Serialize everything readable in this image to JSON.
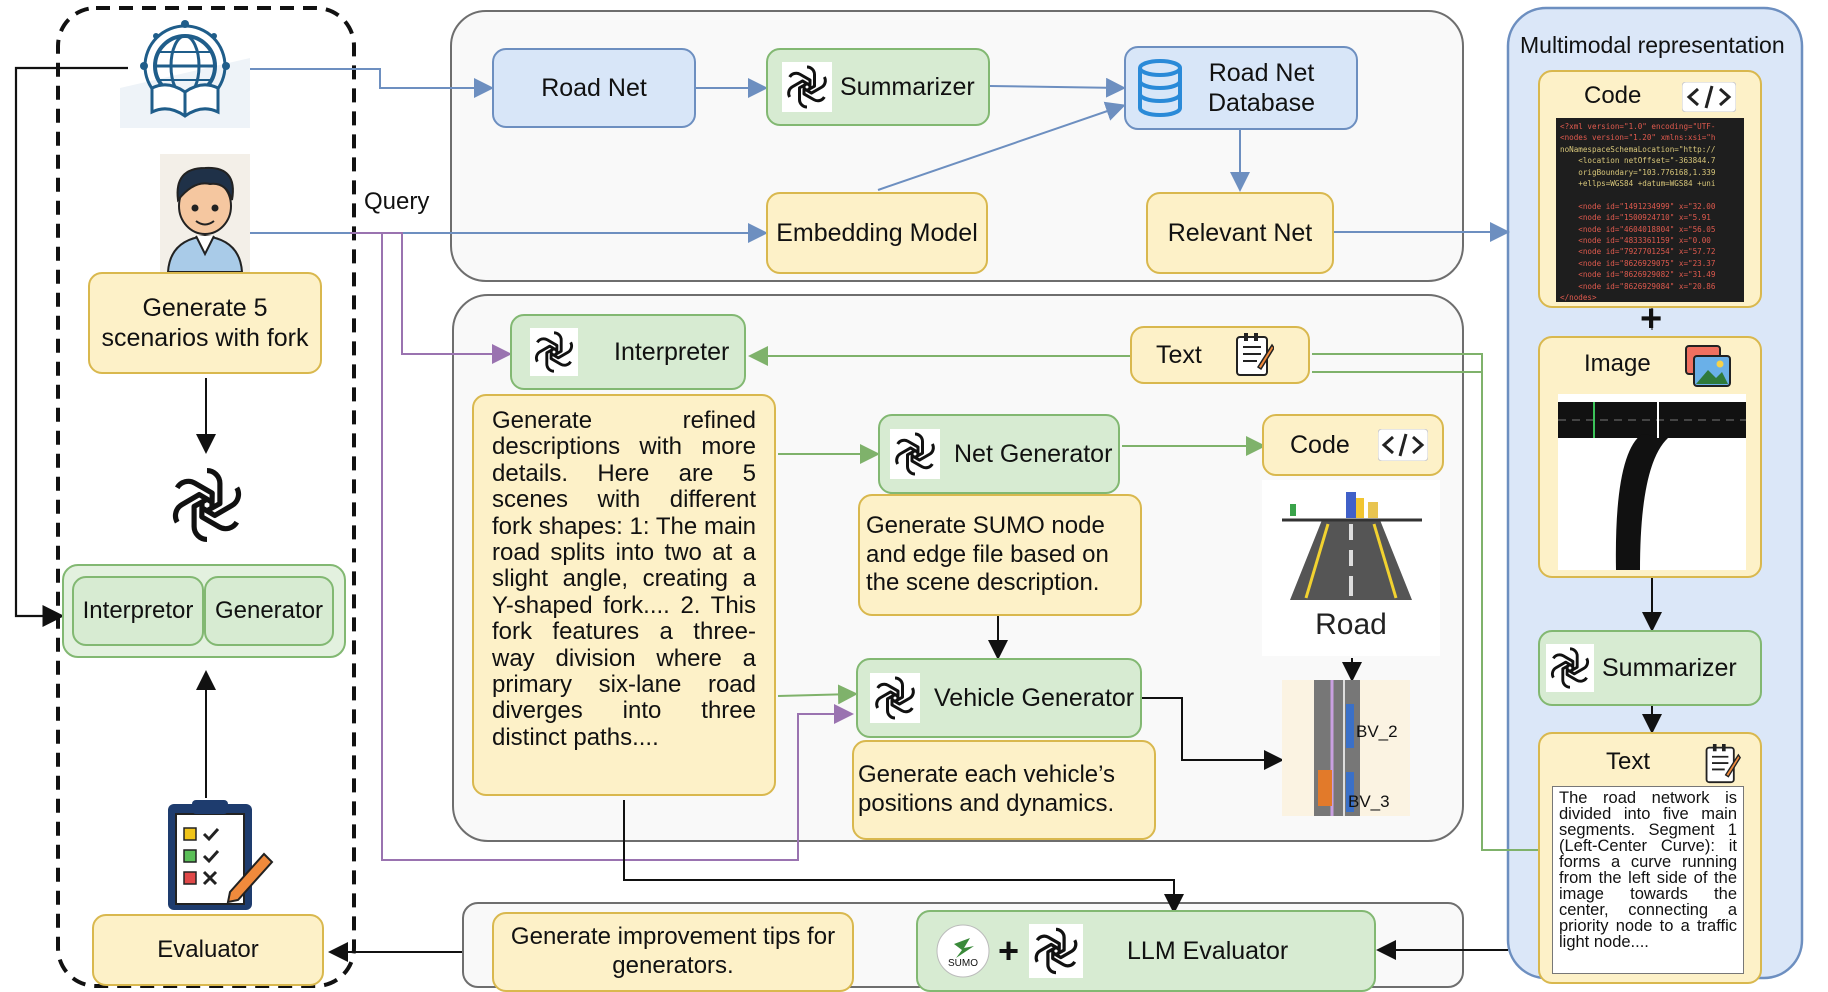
{
  "panels": {
    "multimodal_title": "Multimodal representation"
  },
  "labels": {
    "query": "Query"
  },
  "left": {
    "user_prompt": "Generate 5 scenarios with fork",
    "interpretor": "Interpretor",
    "generator": "Generator",
    "evaluator": "Evaluator"
  },
  "top": {
    "road_net": "Road Net",
    "summarizer": "Summarizer",
    "database_line1": "Road Net",
    "database_line2": "Database",
    "embedding_model": "Embedding Model",
    "relevant_net": "Relevant Net"
  },
  "middle": {
    "interpreter": "Interpreter",
    "text": "Text",
    "description": "Generate refined descriptions with more details. Here are 5 scenes with different fork shapes: 1: The main road splits into two at a slight angle, creating a Y-shaped fork.... 2. This fork features a three-way division where a primary six-lane road diverges into three distinct paths....",
    "net_generator": "Net Generator",
    "code": "Code",
    "net_generator_task": "Generate SUMO node and edge file based on the scene description.",
    "vehicle_generator": "Vehicle Generator",
    "vehicle_generator_task": "Generate each vehicle’s positions and dynamics.",
    "road_label": "Road",
    "bv2": "BV_2",
    "bv3": "BV_3"
  },
  "bottom": {
    "tips": "Generate improvement tips for generators.",
    "llm_evaluator": "LLM Evaluator",
    "sumo": "SUMO",
    "plus": "+"
  },
  "right": {
    "code": "Code",
    "image": "Image",
    "summarizer": "Summarizer",
    "text": "Text",
    "plus": "+",
    "code_lines": [
      "<?xml version=\"1.0\" encoding=\"UTF-",
      "<nodes version=\"1.20\" xmlns:xsi=\"h",
      "noNamespaceSchemaLocation=\"http://",
      "    <location netOffset=\"-363844.7",
      "    origBoundary=\"103.776168,1.339",
      "    +ellps=WGS84 +datum=WGS84 +uni",
      "",
      "    <node id=\"1491234999\" x=\"32.00",
      "    <node id=\"1500924710\" x=\"5.91",
      "    <node id=\"4604018804\" x=\"56.05",
      "    <node id=\"4833361159\" x=\"0.00",
      "    <node id=\"7927701254\" x=\"57.72",
      "    <node id=\"8626929075\" x=\"23.37",
      "    <node id=\"8626929082\" x=\"31.49",
      "    <node id=\"8626929084\" x=\"20.86",
      "</nodes>"
    ],
    "text_content": "The road network is divided into five main segments. Segment 1 (Left-Center Curve): it forms a curve running from the left side of the image towards the center, connecting a priority node to a traffic light node...."
  },
  "colors": {
    "blue_fill": "#d8e6f8",
    "green_fill": "#d7ebd2",
    "yellow_fill": "#fdf1c8",
    "blue_arrow": "#6d8fc0",
    "green_arrow": "#7fb26b",
    "purple_arrow": "#9a73b0",
    "right_panel": "#dbe7f8"
  },
  "icons": [
    "globe-book-icon",
    "user-avatar-icon",
    "openai-logo-icon",
    "database-icon",
    "code-brackets-icon",
    "notepad-icon",
    "image-gallery-icon",
    "clipboard-checklist-icon",
    "sumo-logo-icon"
  ]
}
